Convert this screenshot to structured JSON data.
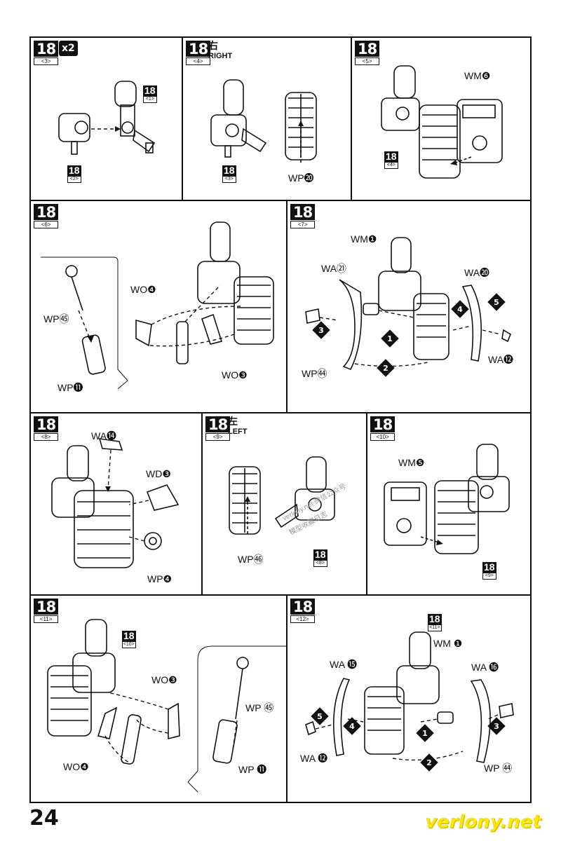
{
  "page_number": "24",
  "brand": "verlony.net",
  "watermark": {
    "line1": "verlony.net",
    "line2": "微信公众号",
    "line3": "模型收藏日志"
  },
  "panels": [
    {
      "step": "18",
      "sub": "<3>",
      "multiplier": "x2",
      "badges": [
        {
          "num": "18",
          "sub": "<1>"
        },
        {
          "num": "18",
          "sub": "<2>"
        }
      ],
      "labels": []
    },
    {
      "step": "18",
      "sub": "<4>",
      "side_cn": "右",
      "side_en": "RIGHT",
      "badges": [
        {
          "num": "18",
          "sub": "<3>"
        }
      ],
      "labels": [
        "WP⓴"
      ]
    },
    {
      "step": "18",
      "sub": "<5>",
      "badges": [
        {
          "num": "18",
          "sub": "<4>"
        }
      ],
      "labels": [
        "WM❻"
      ]
    },
    {
      "step": "18",
      "sub": "<6>",
      "labels": [
        "WO❹",
        "WP㊺",
        "WP⓫",
        "WO❸"
      ]
    },
    {
      "step": "18",
      "sub": "<7>",
      "labels": [
        "WM❶",
        "WA㉑",
        "WA⓴",
        "WP㊹",
        "WA⓬"
      ],
      "arrows": [
        "1",
        "2",
        "3",
        "4",
        "5"
      ]
    },
    {
      "step": "18",
      "sub": "<8>",
      "labels": [
        "WA⓮",
        "WD❸",
        "WP❹"
      ]
    },
    {
      "step": "18",
      "sub": "<9>",
      "side_cn": "左",
      "side_en": "LEFT",
      "badges": [
        {
          "num": "18",
          "sub": "<8>"
        }
      ],
      "labels": [
        "WP㊻"
      ]
    },
    {
      "step": "18",
      "sub": "<10>",
      "badges": [
        {
          "num": "18",
          "sub": "<9>"
        }
      ],
      "labels": [
        "WM❺"
      ]
    },
    {
      "step": "18",
      "sub": "<11>",
      "badges": [
        {
          "num": "18",
          "sub": "<10>"
        }
      ],
      "labels": [
        "WO❸",
        "WP ㊺",
        "WO❹",
        "WP ⓫"
      ]
    },
    {
      "step": "18",
      "sub": "<12>",
      "badges": [
        {
          "num": "18",
          "sub": "<11>"
        }
      ],
      "labels": [
        "WM ❶",
        "WA ⓯",
        "WA ⓰",
        "WA ⓬",
        "WP ㊹"
      ],
      "arrows": [
        "1",
        "2",
        "3",
        "4",
        "5"
      ]
    }
  ]
}
